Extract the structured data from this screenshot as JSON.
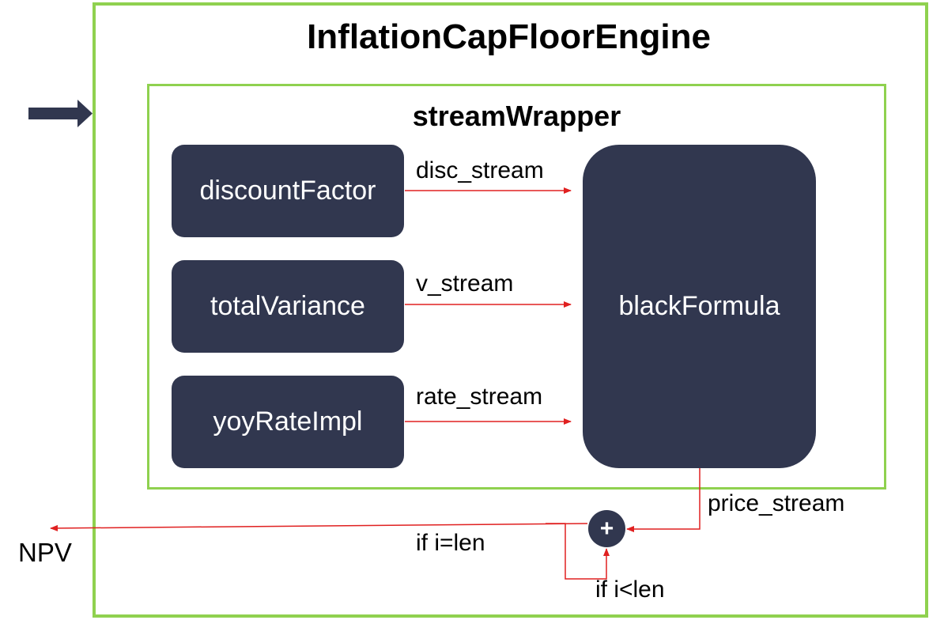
{
  "diagram": {
    "title": "InflationCapFloorEngine",
    "subtitle": "streamWrapper",
    "blocks": {
      "discount_factor": "discountFactor",
      "total_variance": "totalVariance",
      "yoy_rate_impl": "yoyRateImpl",
      "black_formula": "blackFormula"
    },
    "adder_symbol": "+",
    "edge_labels": {
      "disc_stream": "disc_stream",
      "v_stream": "v_stream",
      "rate_stream": "rate_stream",
      "price_stream": "price_stream",
      "if_equal": "if i=len",
      "if_less": "if i<len"
    },
    "output_label": "NPV",
    "colors": {
      "frame": "#8fd14f",
      "block": "#31374f",
      "connector": "#e02020",
      "input_arrow": "#31374f"
    }
  }
}
